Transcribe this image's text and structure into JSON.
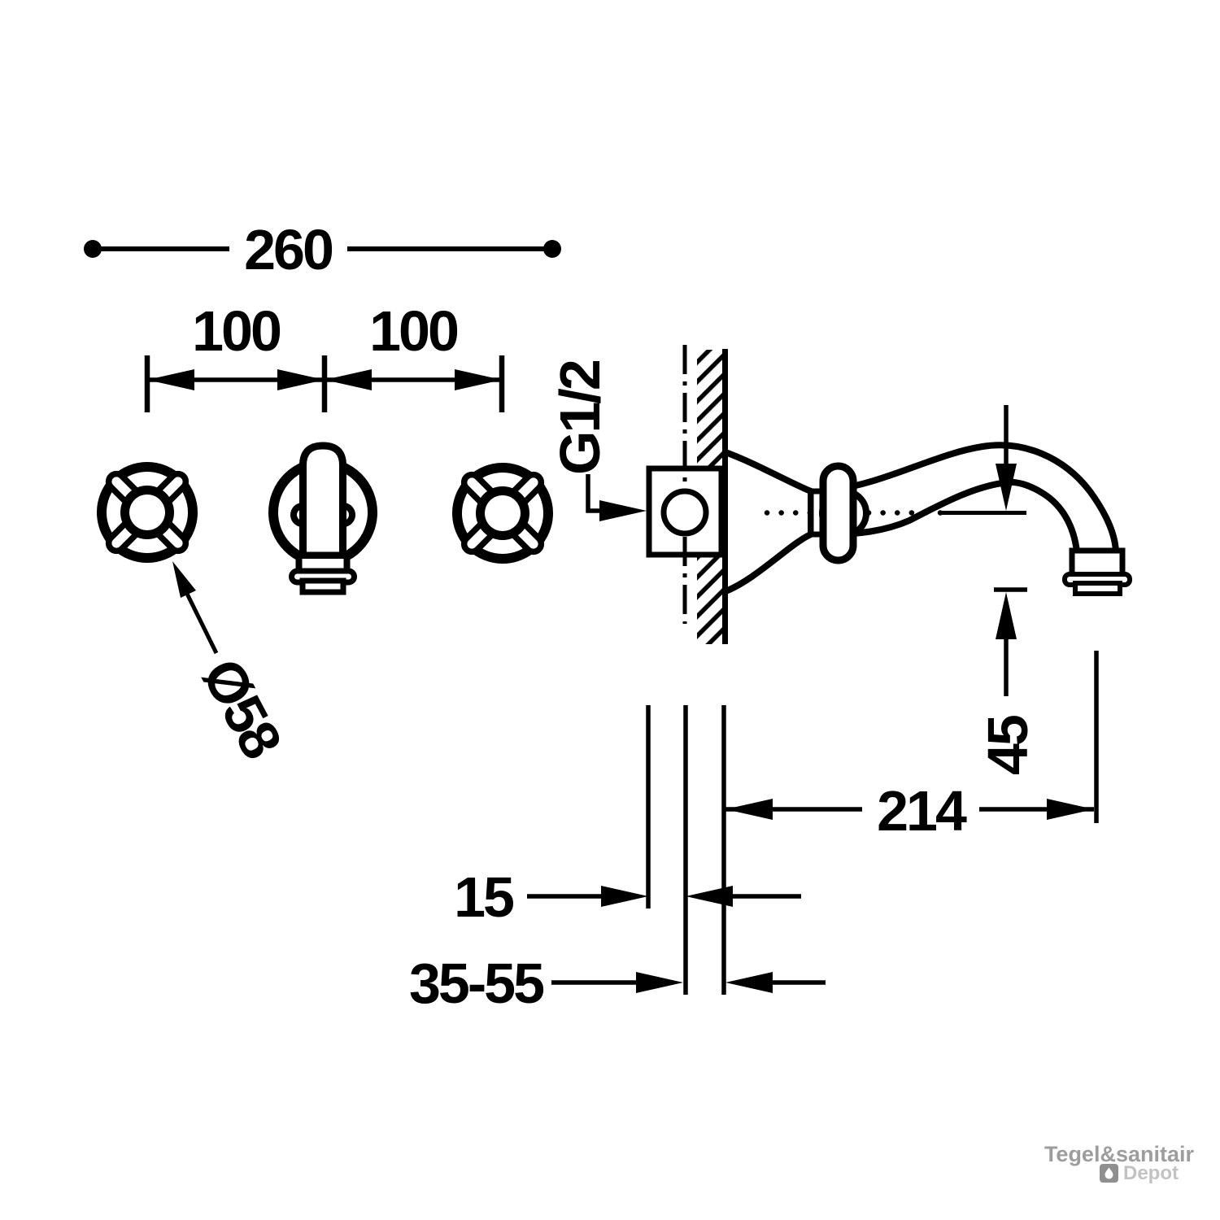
{
  "diagram": {
    "type": "technical-installation-drawing",
    "subject": "wall-mounted 3-hole basin faucet with cross handles, front view and side section view",
    "colors": {
      "line": "#000000",
      "background": "#ffffff",
      "watermark_dark": "#9d9d9d",
      "watermark_light": "#c2c2c2",
      "watermark_icon": "#8f8f8f"
    },
    "dims": {
      "total_width": "260",
      "spacing_left": "100",
      "spacing_right": "100",
      "handle_diameter": "Ø58",
      "connection_thread": "G1/2",
      "drop_height": "45",
      "reach": "214",
      "wall_clearance": "15",
      "mount_depth_range": "35-55"
    }
  },
  "watermark": {
    "line1": "Tegel&sanitair",
    "line2": "Depot",
    "icon": "droplet-icon"
  }
}
